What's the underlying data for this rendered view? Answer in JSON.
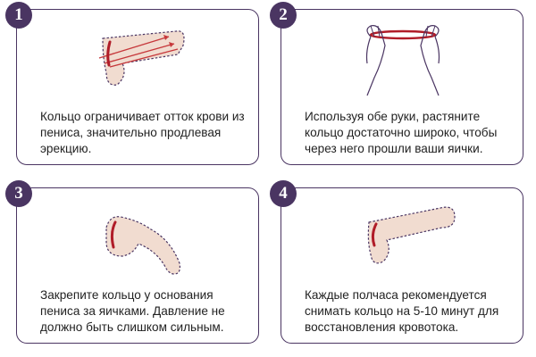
{
  "steps": [
    {
      "number": "1",
      "text": "Кольцо ограничивает отток крови из пениса, значительно продлевая эрекцию."
    },
    {
      "number": "2",
      "text": "Используя обе руки, растяните кольцо достаточно широко, чтобы через него прошли ваши яички."
    },
    {
      "number": "3",
      "text": "Закрепите кольцо у основания пениса за яичками. Давление не должно быть слишком сильным."
    },
    {
      "number": "4",
      "text": "Каждые полчаса рекомендуется снимать кольцо на 5-10 минут для восстановления кровотока."
    }
  ],
  "colors": {
    "frame": "#4a3562",
    "skin": "#f1dcd0",
    "outline": "#4a3562",
    "ring": "#b01c28",
    "arrow": "#c6383b"
  }
}
